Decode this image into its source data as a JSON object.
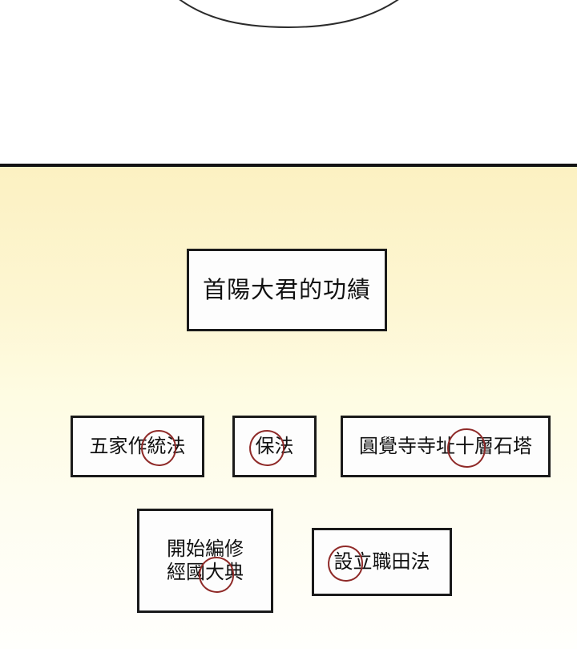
{
  "page": {
    "background_top": "#ffffff",
    "panel_gradient_top": "#fcf1c2",
    "panel_gradient_bottom": "#fffffc",
    "divider_color": "#131313",
    "box_border_color": "#1a1a1a",
    "box_fill_color": "#fdfdfd",
    "annotation_circle_color": "#8f2a28"
  },
  "top_band": {
    "arc_label": "speech-bubble-tail-arc",
    "arc_color": "#2b2b2b"
  },
  "diagram": {
    "title_node": {
      "text": "首陽大君的功績"
    },
    "nodes": [
      {
        "id": "node-a",
        "pre": "五家作",
        "circled": "統",
        "post": "法",
        "full_text": "五家作統法"
      },
      {
        "id": "node-b",
        "pre": "",
        "circled": "保",
        "post": "法",
        "full_text": "保法"
      },
      {
        "id": "node-c",
        "pre": "圓覺寺寺址",
        "circled": "十",
        "post": "層石塔",
        "full_text": "圓覺寺寺址十層石塔"
      },
      {
        "id": "node-d",
        "line1": "開始編修",
        "line2_pre": "經國",
        "line2_circled": "大",
        "line2_post": "典",
        "full_text": "開始編修經國大典"
      },
      {
        "id": "node-e",
        "pre": "",
        "circled": "設",
        "post": "立職田法",
        "full_text": "設立職田法"
      }
    ]
  }
}
